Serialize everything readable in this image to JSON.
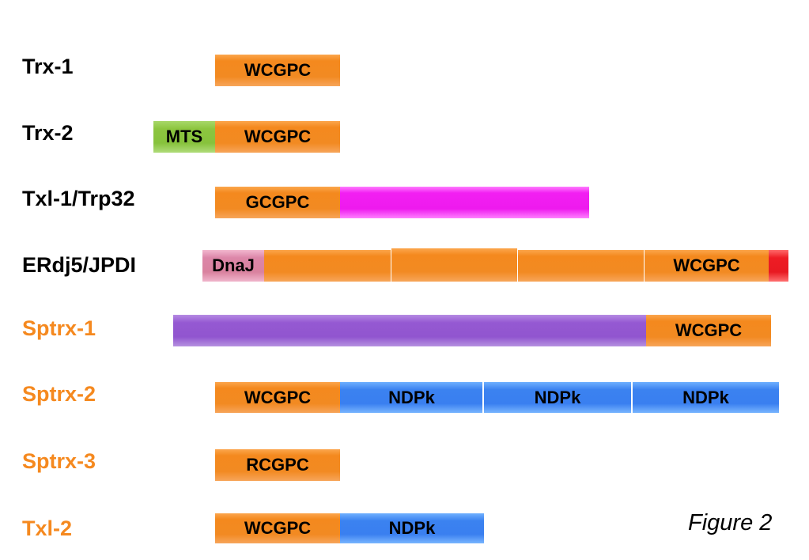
{
  "rows": [
    {
      "name": "Trx-1",
      "color": "#000000"
    },
    {
      "name": "Trx-2",
      "color": "#000000"
    },
    {
      "name": "Txl-1/Trp32",
      "color": "#000000"
    },
    {
      "name": "ERdj5/JPDI",
      "color": "#000000"
    },
    {
      "name": "Sptrx-1",
      "color": "#f5891f"
    },
    {
      "name": "Sptrx-2",
      "color": "#f5891f"
    },
    {
      "name": "Sptrx-3",
      "color": "#f5891f"
    },
    {
      "name": "Txl-2",
      "color": "#f5891f"
    }
  ],
  "domains": {
    "trx1": {
      "thioredoxin": "WCGPC"
    },
    "trx2": {
      "mts": "MTS",
      "thioredoxin": "WCGPC"
    },
    "txl1": {
      "thioredoxin": "GCGPC"
    },
    "erdj5": {
      "dnaj": "DnaJ",
      "thioredoxin": "WCGPC"
    },
    "sptrx1": {
      "thioredoxin": "WCGPC"
    },
    "sptrx2": {
      "thioredoxin": "WCGPC",
      "ndpk": [
        "NDPk",
        "NDPk",
        "NDPk"
      ]
    },
    "sptrx3": {
      "thioredoxin": "RCGPC"
    },
    "txl2": {
      "thioredoxin": "WCGPC",
      "ndpk": "NDPk"
    }
  },
  "colors": {
    "thioredoxin": "#f28a22",
    "mts": "#8cc53f",
    "txl1_extension": "#ee1aee",
    "dnaj": "#d9829f",
    "er_retention": "#e81a22",
    "sptrx1_repeat": "#9155cf",
    "ndpk": "#3a7ff0",
    "human_protein_label": "#000000",
    "sperm_specific_label": "#f5891f"
  },
  "caption": "Figure 2"
}
